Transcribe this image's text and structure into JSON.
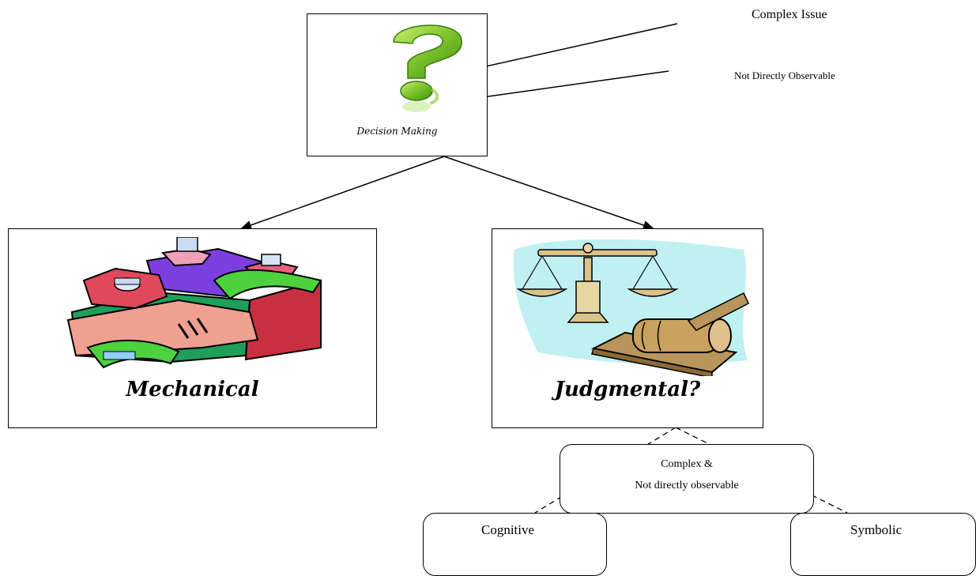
{
  "diagram": {
    "top_node": {
      "label": "Decision Making"
    },
    "callouts": {
      "first": "Complex Issue",
      "second": "Not Directly Observable"
    },
    "branches": [
      {
        "label": "Mechanical"
      },
      {
        "label": "Judgmental?"
      }
    ],
    "sub_node": {
      "line1": "Complex &",
      "line2": "Not directly observable"
    },
    "leaf_nodes": [
      {
        "label": "Cognitive"
      },
      {
        "label": "Symbolic"
      }
    ],
    "colors": {
      "question_mark_green": "#7cc22a",
      "scale_gold": "#d9c38a",
      "sky_blue": "#bff0f2",
      "gear_red": "#d8304a",
      "gear_purple": "#7b3fe0",
      "arrow_green": "#4dd13f"
    }
  }
}
